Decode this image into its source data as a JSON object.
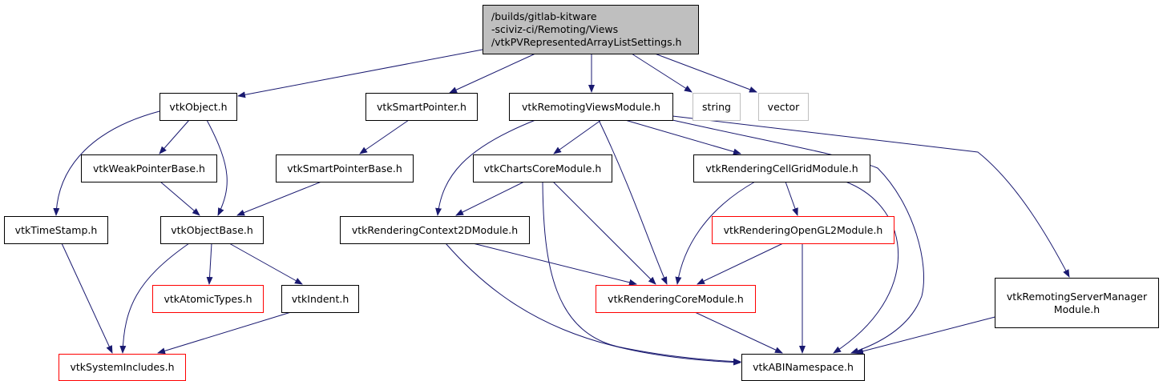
{
  "graph": {
    "edge_color": "#191970",
    "root": {
      "label": "/builds/gitlab-kitware\n-sciviz-ci/Remoting/Views\n/vtkPVRepresentedArrayListSettings.h",
      "fill": "#bfbfbf"
    },
    "nodes": {
      "vtkObject": "vtkObject.h",
      "vtkSmartPointer": "vtkSmartPointer.h",
      "vtkRemotingViewsModule": "vtkRemotingViewsModule.h",
      "string": "string",
      "vector": "vector",
      "vtkWeakPointerBase": "vtkWeakPointerBase.h",
      "vtkSmartPointerBase": "vtkSmartPointerBase.h",
      "vtkChartsCoreModule": "vtkChartsCoreModule.h",
      "vtkRenderingCellGridModule": "vtkRenderingCellGridModule.h",
      "vtkTimeStamp": "vtkTimeStamp.h",
      "vtkObjectBase": "vtkObjectBase.h",
      "vtkRenderingContext2DModule": "vtkRenderingContext2DModule.h",
      "vtkRenderingOpenGL2Module": "vtkRenderingOpenGL2Module.h",
      "vtkAtomicTypes": "vtkAtomicTypes.h",
      "vtkIndent": "vtkIndent.h",
      "vtkRenderingCoreModule": "vtkRenderingCoreModule.h",
      "vtkRemotingServerManagerModule": "vtkRemotingServerManager\nModule.h",
      "vtkSystemIncludes": "vtkSystemIncludes.h",
      "vtkABINamespace": "vtkABINamespace.h"
    },
    "border_colors": {
      "documented": "#000000",
      "undocumented": "#ff0000",
      "external": "#bfbfbf"
    }
  }
}
